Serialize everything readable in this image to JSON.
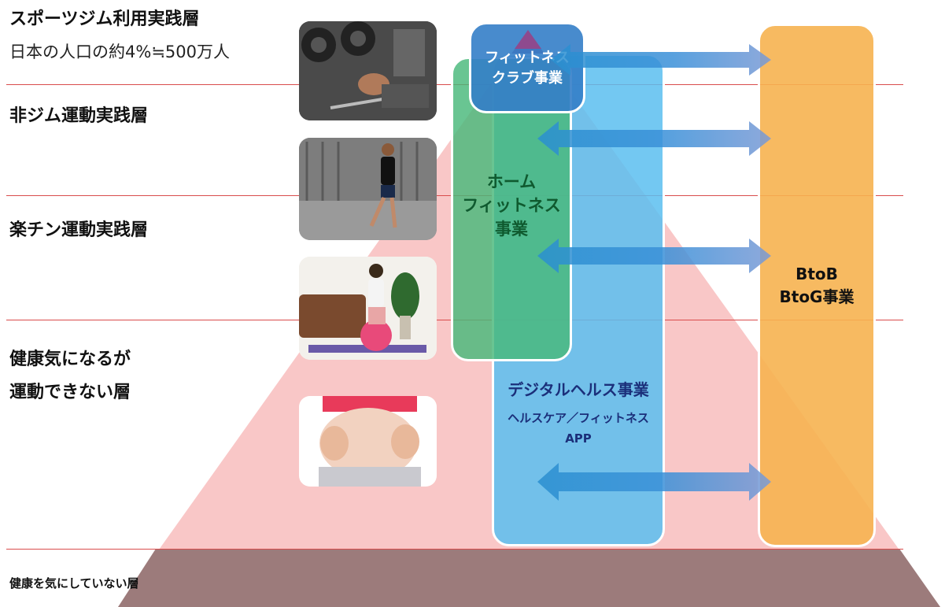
{
  "layers": {
    "gym": {
      "title": "スポーツジム利用実践層",
      "subtitle": "日本の人口の約4%≒500万人"
    },
    "non_gym": {
      "title": "非ジム運動実践層"
    },
    "easy": {
      "title": "楽チン運動実践層"
    },
    "health_conscious": {
      "line1": "健康気になるが",
      "line2": "運動できない層"
    },
    "not_conscious": {
      "title": "健康を気にしていない層"
    }
  },
  "businesses": {
    "fitness_club": {
      "line1": "フィットネス",
      "line2": "クラブ事業"
    },
    "home_fitness": {
      "line1": "ホーム",
      "line2": "フィットネス",
      "line3": "事業"
    },
    "digital_health": {
      "title": "デジタルヘルス事業",
      "sub1": "ヘルスケア／フィットネス",
      "sub2": "APP"
    },
    "btob": {
      "line1": "BtoB",
      "line2": "BtoG事業"
    }
  },
  "colors": {
    "pyramid": "#f9c7c7",
    "pyramid_base": "#9c7b7b",
    "layer_line": "#d94c4c",
    "fitness_club_box": "#3f86c8",
    "home_fitness_box": "#4fbe82",
    "digital_health_box": "#6ac8f2",
    "btob_box": "#f6b85a",
    "arrow": "#7a9ad6",
    "arrow_dark": "#2a8fd0"
  },
  "icons": [
    "weightlifting-photo",
    "running-photo",
    "ball-exercise-photo",
    "belly-photo"
  ]
}
